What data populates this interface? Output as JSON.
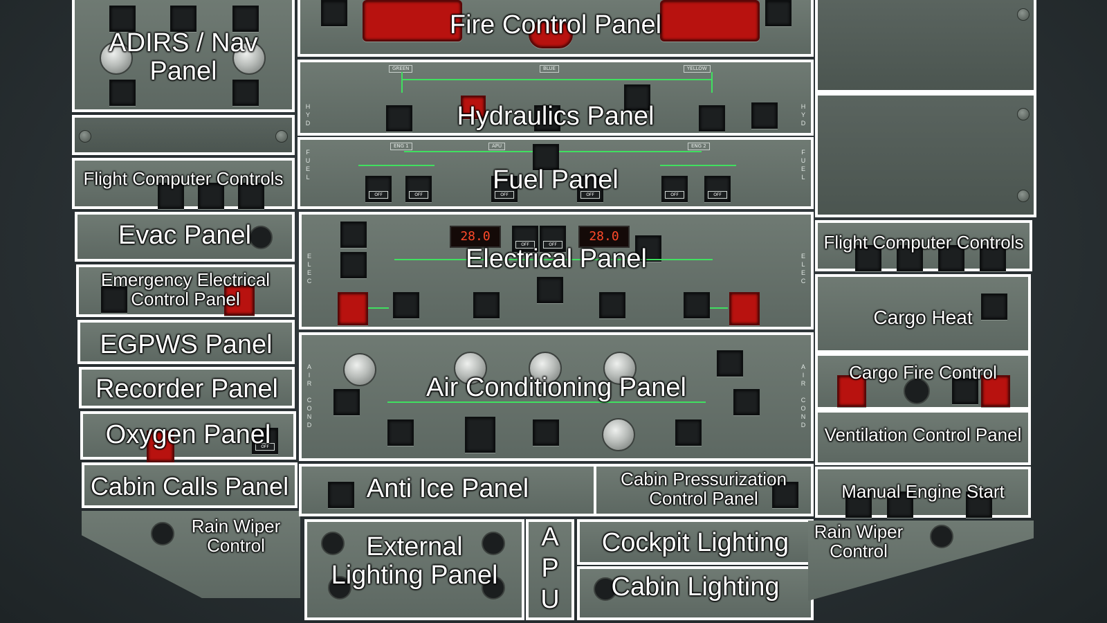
{
  "panels": {
    "fire": "Fire Control Panel",
    "adirs": "ADIRS / Nav\nPanel",
    "hydraulics": "Hydraulics Panel",
    "fuel": "Fuel Panel",
    "flt_ctl_left": "Flight Computer Controls",
    "flt_ctl_right": "Flight Computer Controls",
    "evac": "Evac Panel",
    "emer_elec": "Emergency Electrical\nControl Panel",
    "electrical": "Electrical Panel",
    "egpws": "EGPWS Panel",
    "recorder": "Recorder Panel",
    "oxygen": "Oxygen Panel",
    "cabin_calls": "Cabin Calls Panel",
    "rain_wiper_left": "Rain Wiper\nControl",
    "rain_wiper_right": "Rain Wiper\nControl",
    "air_cond": "Air Conditioning Panel",
    "anti_ice": "Anti Ice Panel",
    "cabin_press": "Cabin Pressurization\nControl Panel",
    "ext_light": "External\nLighting Panel",
    "apu": "A\nP\nU",
    "cockpit_light": "Cockpit Lighting",
    "cabin_light": "Cabin Lighting",
    "cargo_heat": "Cargo Heat",
    "cargo_fire": "Cargo Fire Control",
    "ventilation": "Ventilation Control Panel",
    "man_eng_start": "Manual Engine Start"
  },
  "displays": {
    "bat1": "28.0",
    "bat2": "28.0"
  },
  "colors": {
    "frame": "#ffffff",
    "panel": "#66716b",
    "green_line": "#40e060",
    "guard_red": "#b8120f"
  }
}
